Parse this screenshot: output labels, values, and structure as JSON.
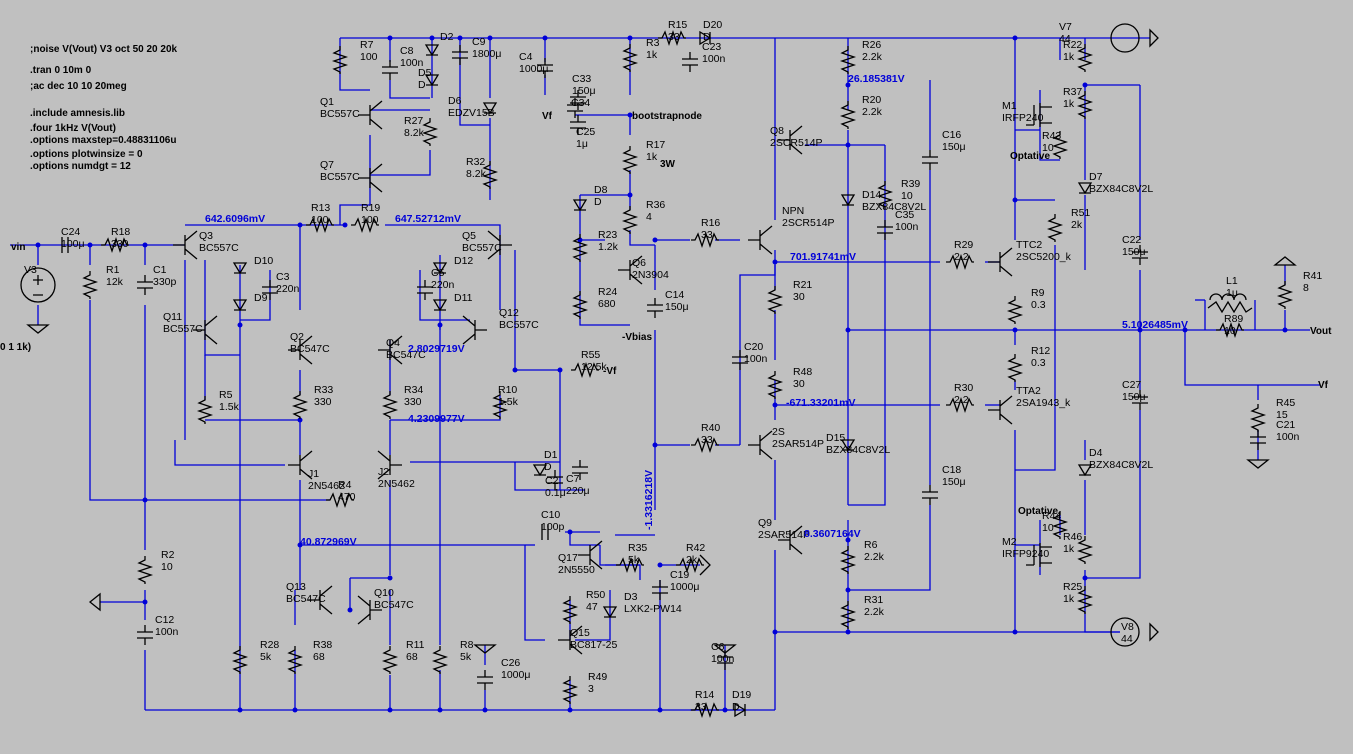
{
  "directives": [
    ";noise V(Vout) V3 oct 50 20 20k",
    ".tran 0 10m 0",
    ";ac dec 10 10 20meg",
    ".include amnesis.lib",
    ".four 1kHz V(Vout)",
    ".options maxstep=0.48831106u",
    ".options plotwinsize = 0",
    ".options numdgt = 12"
  ],
  "components": [
    {
      "ref": "V3",
      "value": ""
    },
    {
      "ref": "C24",
      "value": "100μ"
    },
    {
      "ref": "R18",
      "value": "330"
    },
    {
      "ref": "R1",
      "value": "12k"
    },
    {
      "ref": "C1",
      "value": "330p"
    },
    {
      "ref": "Q3",
      "value": "BC557C"
    },
    {
      "ref": "Q11",
      "value": "BC557C"
    },
    {
      "ref": "D10",
      "value": ""
    },
    {
      "ref": "D9",
      "value": ""
    },
    {
      "ref": "C3",
      "value": "220n"
    },
    {
      "ref": "Q2",
      "value": "BC547C"
    },
    {
      "ref": "R5",
      "value": "1.5k"
    },
    {
      "ref": "R33",
      "value": "330"
    },
    {
      "ref": "R13",
      "value": "100"
    },
    {
      "ref": "R19",
      "value": "100"
    },
    {
      "ref": "R7",
      "value": "100"
    },
    {
      "ref": "C8",
      "value": "100n"
    },
    {
      "ref": "D2",
      "value": ""
    },
    {
      "ref": "D5",
      "value": "D"
    },
    {
      "ref": "C9",
      "value": "1800μ"
    },
    {
      "ref": "D6",
      "value": "EDZV15B"
    },
    {
      "ref": "Q1",
      "value": "BC557C"
    },
    {
      "ref": "R27",
      "value": "8.2k"
    },
    {
      "ref": "Q7",
      "value": "BC557C"
    },
    {
      "ref": "R32",
      "value": "8.2k"
    },
    {
      "ref": "C4",
      "value": "1000μ"
    },
    {
      "ref": "C33",
      "value": "150μ"
    },
    {
      "ref": "C34",
      "value": ""
    },
    {
      "ref": "C25",
      "value": "1μ"
    },
    {
      "ref": "R3",
      "value": "1k"
    },
    {
      "ref": "R15",
      "value": "33"
    },
    {
      "ref": "D20",
      "value": "D"
    },
    {
      "ref": "C23",
      "value": "100n"
    },
    {
      "ref": "R17",
      "value": "1k"
    },
    {
      "ref": "D8",
      "value": "D"
    },
    {
      "ref": "R23",
      "value": "1.2k"
    },
    {
      "ref": "R36",
      "value": "4"
    },
    {
      "ref": "R24",
      "value": "680"
    },
    {
      "ref": "Q6",
      "value": "2N3904"
    },
    {
      "ref": "C14",
      "value": "150μ"
    },
    {
      "ref": "Q5",
      "value": "BC557C"
    },
    {
      "ref": "D12",
      "value": ""
    },
    {
      "ref": "C5",
      "value": "220n"
    },
    {
      "ref": "D11",
      "value": ""
    },
    {
      "ref": "Q12",
      "value": "BC557C"
    },
    {
      "ref": "Q4",
      "value": "BC547C"
    },
    {
      "ref": "R34",
      "value": "330"
    },
    {
      "ref": "R10",
      "value": "1.5k"
    },
    {
      "ref": "R55",
      "value": "12.5k"
    },
    {
      "ref": "D1",
      "value": "D"
    },
    {
      "ref": "C2",
      "value": "0.1μ"
    },
    {
      "ref": "C7",
      "value": "220μ"
    },
    {
      "ref": "J1",
      "value": "2N5462"
    },
    {
      "ref": "J2",
      "value": "2N5462"
    },
    {
      "ref": "R4",
      "value": "470"
    },
    {
      "ref": "R2",
      "value": "10"
    },
    {
      "ref": "C12",
      "value": "100n"
    },
    {
      "ref": "Q13",
      "value": "BC547C"
    },
    {
      "ref": "Q10",
      "value": "BC547C"
    },
    {
      "ref": "R28",
      "value": "5k"
    },
    {
      "ref": "R38",
      "value": "68"
    },
    {
      "ref": "R11",
      "value": "68"
    },
    {
      "ref": "R8",
      "value": "5k"
    },
    {
      "ref": "C26",
      "value": "1000μ"
    },
    {
      "ref": "C10",
      "value": "100p"
    },
    {
      "ref": "Q17",
      "value": "2N5550"
    },
    {
      "ref": "R35",
      "value": "5k"
    },
    {
      "ref": "R42",
      "value": "2k"
    },
    {
      "ref": "C19",
      "value": "1000μ"
    },
    {
      "ref": "R50",
      "value": "47"
    },
    {
      "ref": "D3",
      "value": "LXK2-PW14"
    },
    {
      "ref": "Q15",
      "value": "BC817-25"
    },
    {
      "ref": "R49",
      "value": "3"
    },
    {
      "ref": "C6",
      "value": "100n"
    },
    {
      "ref": "R14",
      "value": "33"
    },
    {
      "ref": "D19",
      "value": "D"
    },
    {
      "ref": "R16",
      "value": "33"
    },
    {
      "ref": "R40",
      "value": "33"
    },
    {
      "ref": "Q8",
      "value": "2SCR514P"
    },
    {
      "ref": "R26",
      "value": "2.2k"
    },
    {
      "ref": "R20",
      "value": "2.2k"
    },
    {
      "ref": "D14",
      "value": "BZX84C8V2L"
    },
    {
      "ref": "R39",
      "value": "10"
    },
    {
      "ref": "C35",
      "value": "100n"
    },
    {
      "ref": "C16",
      "value": "150μ"
    },
    {
      "ref": "NPN",
      "value": "2SCR514P"
    },
    {
      "ref": "R21",
      "value": "30"
    },
    {
      "ref": "C20",
      "value": "100n"
    },
    {
      "ref": "R48",
      "value": "30"
    },
    {
      "ref": "2S",
      "value": "2SAR514P"
    },
    {
      "ref": "D15",
      "value": "BZX84C8V2L"
    },
    {
      "ref": "Q9",
      "value": "2SAR514P"
    },
    {
      "ref": "R6",
      "value": "2.2k"
    },
    {
      "ref": "R31",
      "value": "2.2k"
    },
    {
      "ref": "C18",
      "value": "150μ"
    },
    {
      "ref": "R29",
      "value": "2.2"
    },
    {
      "ref": "TTC2",
      "value": "2SC5200_k"
    },
    {
      "ref": "R9",
      "value": "0.3"
    },
    {
      "ref": "R12",
      "value": "0.3"
    },
    {
      "ref": "R30",
      "value": "2.2"
    },
    {
      "ref": "TTA2",
      "value": "2SA1943_k"
    },
    {
      "ref": "M1",
      "value": "IRFP240"
    },
    {
      "ref": "R22",
      "value": "1k"
    },
    {
      "ref": "R37",
      "value": "1k"
    },
    {
      "ref": "R43",
      "value": "10"
    },
    {
      "ref": "D7",
      "value": "BZX84C8V2L"
    },
    {
      "ref": "R51",
      "value": "2k"
    },
    {
      "ref": "C22",
      "value": "150μ"
    },
    {
      "ref": "C27",
      "value": "150μ"
    },
    {
      "ref": "D4",
      "value": "BZX84C8V2L"
    },
    {
      "ref": "R44",
      "value": "10"
    },
    {
      "ref": "M2",
      "value": "IRFP9240"
    },
    {
      "ref": "R46",
      "value": "1k"
    },
    {
      "ref": "R25",
      "value": "1k"
    },
    {
      "ref": "L1",
      "value": "1μ"
    },
    {
      "ref": "R89",
      "value": "10"
    },
    {
      "ref": "R41",
      "value": "8"
    },
    {
      "ref": "R45",
      "value": "15"
    },
    {
      "ref": "C21",
      "value": "100n"
    },
    {
      "ref": "V7",
      "value": "44"
    },
    {
      "ref": "V8",
      "value": "44"
    }
  ],
  "node_voltages": [
    "642.6096mV",
    "647.52712mV",
    "2.8029719V",
    "4.2309977V",
    "40.872969V",
    "-1.3316218V",
    "26.185381V",
    "701.91741mV",
    "-671.33201mV",
    "8.3607164V",
    "5.1026485mV"
  ],
  "net_labels": {
    "vin": "vin",
    "vout": "Vout",
    "vf": "Vf",
    "vf2": "-Vf",
    "vf3": "Vf",
    "vbias": "-Vbias",
    "bootstrap": "bootstrapnode",
    "optative1": "Optative",
    "optative2": "Optative",
    "w3": "3W",
    "v3_extra": "0 1 1k)"
  },
  "colors": {
    "wire": "#0000d8",
    "background": "#c0c0c0",
    "symbol": "#000000",
    "voltage_text": "#0000d8"
  }
}
